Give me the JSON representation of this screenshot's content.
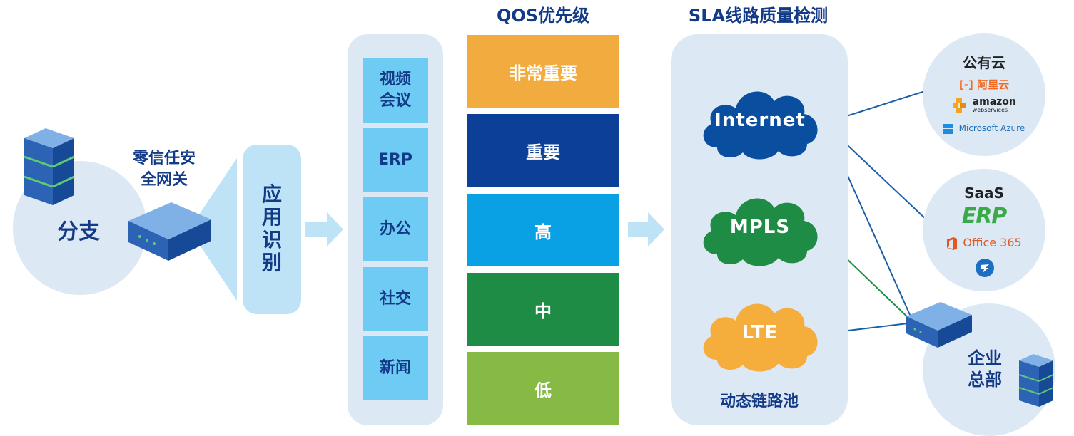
{
  "branch": {
    "label": "分支",
    "icon": "server-rack-icon"
  },
  "gateway": {
    "label_line1": "零信任安",
    "label_line2": "全网关",
    "icon": "gateway-device-icon"
  },
  "app_identification": {
    "label_chars": [
      "应",
      "用",
      "识",
      "别"
    ]
  },
  "app_categories": [
    {
      "line1": "视频",
      "line2": "会议"
    },
    {
      "line1": "ERP",
      "line2": ""
    },
    {
      "line1": "办公",
      "line2": ""
    },
    {
      "line1": "社交",
      "line2": ""
    },
    {
      "line1": "新闻",
      "line2": ""
    }
  ],
  "qos": {
    "title": "QOS优先级",
    "levels": [
      {
        "label": "非常重要",
        "color": "#f2ab3e"
      },
      {
        "label": "重要",
        "color": "#0b3f98"
      },
      {
        "label": "高",
        "color": "#0aa0e4"
      },
      {
        "label": "中",
        "color": "#1f8c45"
      },
      {
        "label": "低",
        "color": "#86ba45"
      }
    ]
  },
  "sla": {
    "title": "SLA线路质量检测",
    "pool_label": "动态链路池",
    "links": [
      {
        "name": "Internet",
        "color": "#0a4ea0"
      },
      {
        "name": "MPLS",
        "color": "#1f8c45"
      },
      {
        "name": "LTE",
        "color": "#f5ae3b"
      }
    ]
  },
  "public_cloud": {
    "title": "公有云",
    "providers": {
      "aliyun": "阿里云",
      "aws_main": "amazon",
      "aws_sub": "webservices",
      "azure": "Microsoft Azure"
    }
  },
  "saas": {
    "title": "SaaS",
    "erp": "ERP",
    "office": "Office 365",
    "app_icon": "dingtalk-icon"
  },
  "hq": {
    "label_line1": "企业",
    "label_line2": "总部",
    "icon": "server-rack-icon"
  },
  "colors": {
    "title_blue": "#123a86",
    "panel_bg": "#dde8f5",
    "app_item": "#6ecbf4",
    "arrow": "#bee2f6",
    "internet_line": "#1a5fa8",
    "mpls_line": "#1f8c45"
  }
}
